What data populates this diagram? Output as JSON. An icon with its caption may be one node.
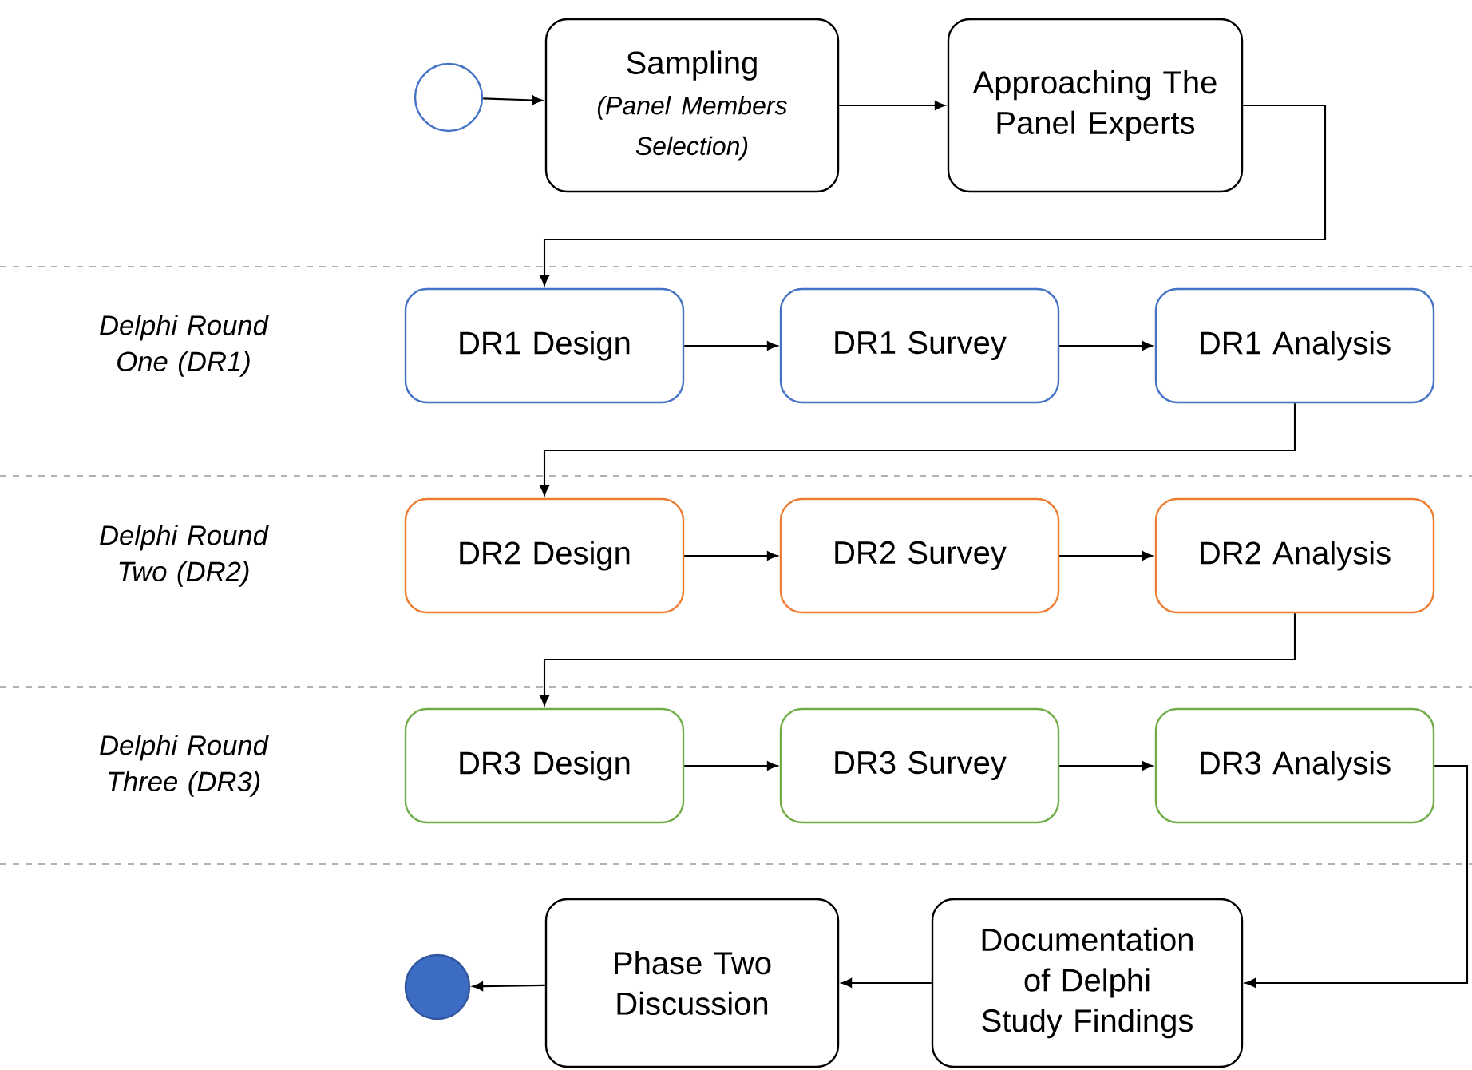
{
  "diagram": {
    "nodes": [
      {
        "text": [],
        "shape": "circle"
      },
      {
        "text": [
          "Sampling",
          "(Panel Members Selection)"
        ]
      },
      {
        "text": [
          "Approaching The Panel Experts"
        ]
      },
      {
        "text": [
          "DR1 Design"
        ]
      },
      {
        "text": [
          "DR1 Survey"
        ]
      },
      {
        "text": [
          "DR1 Analysis"
        ]
      },
      {
        "text": [
          "DR2 Design"
        ]
      },
      {
        "text": [
          "DR2 Survey"
        ]
      },
      {
        "text": [
          "DR2 Analysis"
        ]
      },
      {
        "text": [
          "DR3 Design"
        ]
      },
      {
        "text": [
          "DR3 Survey"
        ]
      },
      {
        "text": [
          "DR3 Analysis"
        ]
      },
      {
        "text": [
          "Documentation of Delphi Study Findings"
        ]
      },
      {
        "text": [
          "Phase Two Discussion"
        ]
      },
      {
        "text": [],
        "shape": "circle"
      }
    ],
    "edges": [
      {
        "from": 0,
        "to": 1,
        "arrow": "to"
      },
      {
        "from": 1,
        "to": 2,
        "arrow": "to"
      },
      {
        "from": 2,
        "to": 3,
        "arrow": "to"
      },
      {
        "from": 3,
        "to": 4,
        "arrow": "to"
      },
      {
        "from": 4,
        "to": 5,
        "arrow": "to"
      },
      {
        "from": 5,
        "to": 6,
        "arrow": "to"
      },
      {
        "from": 6,
        "to": 7,
        "arrow": "to"
      },
      {
        "from": 7,
        "to": 8,
        "arrow": "to"
      },
      {
        "from": 8,
        "to": 9,
        "arrow": "to"
      },
      {
        "from": 9,
        "to": 10,
        "arrow": "to"
      },
      {
        "from": 10,
        "to": 11,
        "arrow": "to"
      },
      {
        "from": 11,
        "to": 12,
        "arrow": "to"
      },
      {
        "from": 12,
        "to": 13,
        "arrow": "to"
      },
      {
        "from": 13,
        "to": 14,
        "arrow": "to"
      }
    ],
    "labels": [
      "Delphi Round One (DR1)",
      "Delphi Round Two (DR2)",
      "Delphi Round Three (DR3)"
    ]
  }
}
